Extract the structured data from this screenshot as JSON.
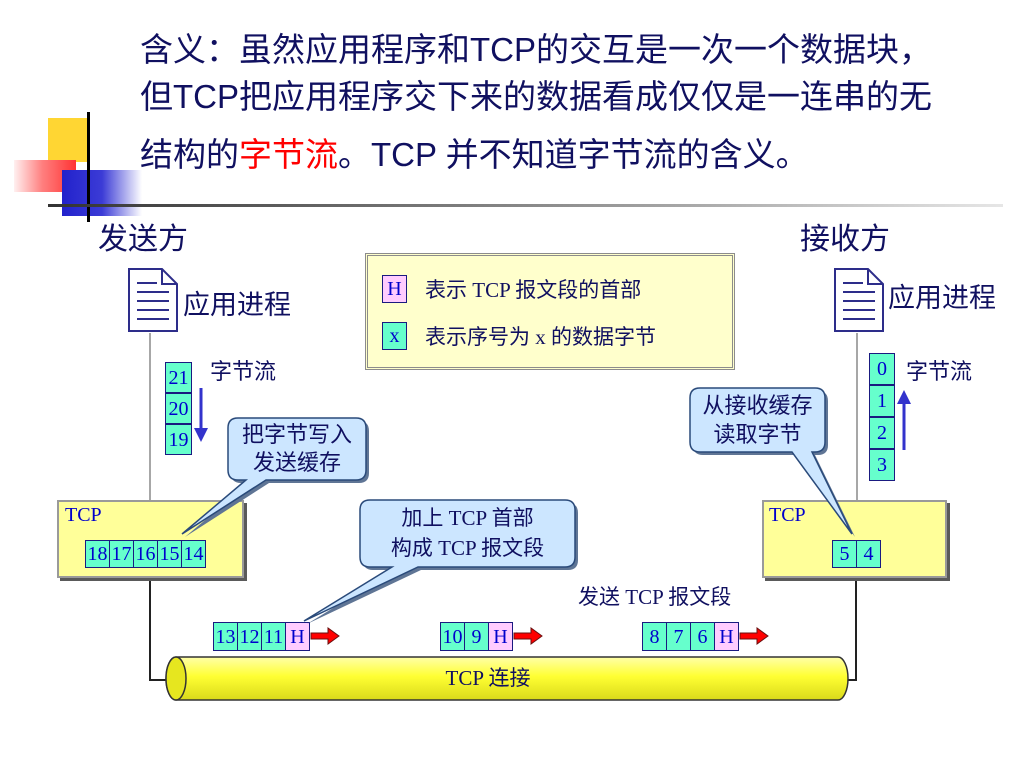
{
  "title": {
    "line1": "含义：虽然应用程序和TCP的交互是一次一个数据块，",
    "line2": "但TCP把应用程序交下来的数据看成仅仅是一连串的无",
    "line3_before": "结构的",
    "line3_highlight": "字节流",
    "line3_after": "。TCP 并不知道字节流的含义。"
  },
  "legend": {
    "header_symbol": "H",
    "header_text": "表示 TCP 报文段的首部",
    "data_symbol": "x",
    "data_text": "表示序号为 x 的数据字节"
  },
  "sender": {
    "label": "发送方",
    "process_label": "应用进程",
    "stream_label": "字节流",
    "stream_bytes": [
      "21",
      "20",
      "19"
    ],
    "tcp_label": "TCP",
    "buffer_bytes": [
      "18",
      "17",
      "16",
      "15",
      "14"
    ],
    "callout_write": [
      "把字节写入",
      "发送缓存"
    ]
  },
  "receiver": {
    "label": "接收方",
    "process_label": "应用进程",
    "stream_label": "字节流",
    "stream_bytes": [
      "0",
      "1",
      "2",
      "3"
    ],
    "tcp_label": "TCP",
    "buffer_bytes": [
      "5",
      "4"
    ],
    "callout_read": [
      "从接收缓存",
      "读取字节"
    ]
  },
  "segment_callout": [
    "加上 TCP 首部",
    "构成 TCP 报文段"
  ],
  "send_segments_label": "发送 TCP 报文段",
  "segments": [
    {
      "bytes": [
        "13",
        "12",
        "11"
      ],
      "header": "H"
    },
    {
      "bytes": [
        "10",
        "9"
      ],
      "header": "H"
    },
    {
      "bytes": [
        "8",
        "7",
        "6"
      ],
      "header": "H"
    }
  ],
  "connection_label": "TCP 连接",
  "colors": {
    "title_text": "#101060",
    "highlight": "#ff0000",
    "label_text": "#101060",
    "box_text": "#0000cc",
    "box_border": "#1a1a80",
    "data_fill": "#66ffcc",
    "header_fill": "#ffccff",
    "tcp_fill": "#ffff99",
    "legend_fill": "#ffffcc",
    "callout_fill": "#cce6ff",
    "callout_shadow": "#5f7595",
    "pipe_fill": "#ffff33",
    "arrow_red": "#ff0000",
    "stream_arrow": "#3333cc",
    "logo_yellow": "#ffd633",
    "logo_red": "#ff3333",
    "logo_blue": "#2222cc"
  }
}
